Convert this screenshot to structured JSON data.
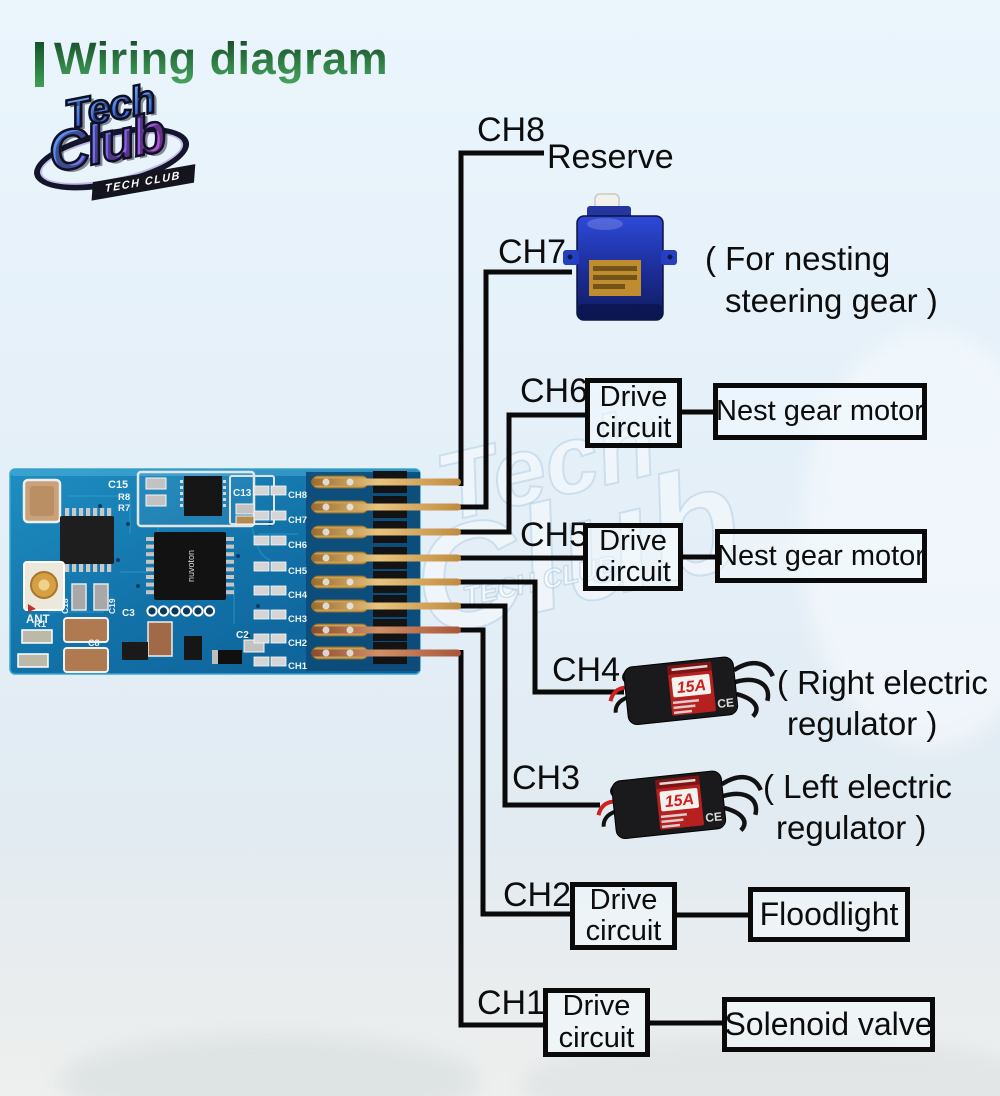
{
  "page": {
    "title": "Wiring diagram"
  },
  "logo": {
    "tech": "Tech",
    "club": "Club",
    "banner": "TECH CLUB"
  },
  "watermark": {
    "tech": "Tech",
    "club": "Club",
    "banner": "TECH CLUB"
  },
  "colors": {
    "title_green": "#2e7d44",
    "wire": "#0a0a0a",
    "pcb_blue": "#1579ad",
    "servo_blue": "#2e49d8",
    "esc_red": "#b6201f",
    "background_top": "#eaf5fc"
  },
  "board": {
    "silkscreen": {
      "c15": "C15",
      "r8": "R8",
      "r7": "R7",
      "c13": "C13",
      "ant": "ANT",
      "c18": "C18",
      "c19": "C19",
      "c3": "C3",
      "r1": "R1",
      "c2": "C2",
      "c8": "C8",
      "chip": "nuvoton"
    },
    "channel_pins": [
      "CH8",
      "CH7",
      "CH6",
      "CH5",
      "CH4",
      "CH3",
      "CH2",
      "CH1"
    ]
  },
  "channels": [
    {
      "label": "CH8",
      "connection": "Reserve"
    },
    {
      "label": "CH7",
      "device": "micro-servo",
      "note1": "( For nesting",
      "note2": "steering gear )"
    },
    {
      "label": "CH6",
      "drive": "Drive circuit",
      "load": "Nest gear motor"
    },
    {
      "label": "CH5",
      "drive": "Drive circuit",
      "load": "Nest gear motor"
    },
    {
      "label": "CH4",
      "device": "esc-15a",
      "note1": "( Right electric",
      "note2": "regulator )"
    },
    {
      "label": "CH3",
      "device": "esc-15a",
      "note1": "( Left electric",
      "note2": "regulator )"
    },
    {
      "label": "CH2",
      "drive": "Drive circuit",
      "load": "Floodlight"
    },
    {
      "label": "CH1",
      "drive": "Drive circuit",
      "load": "Solenoid valve"
    }
  ],
  "esc": {
    "badge": "15A",
    "ce": "CE"
  }
}
